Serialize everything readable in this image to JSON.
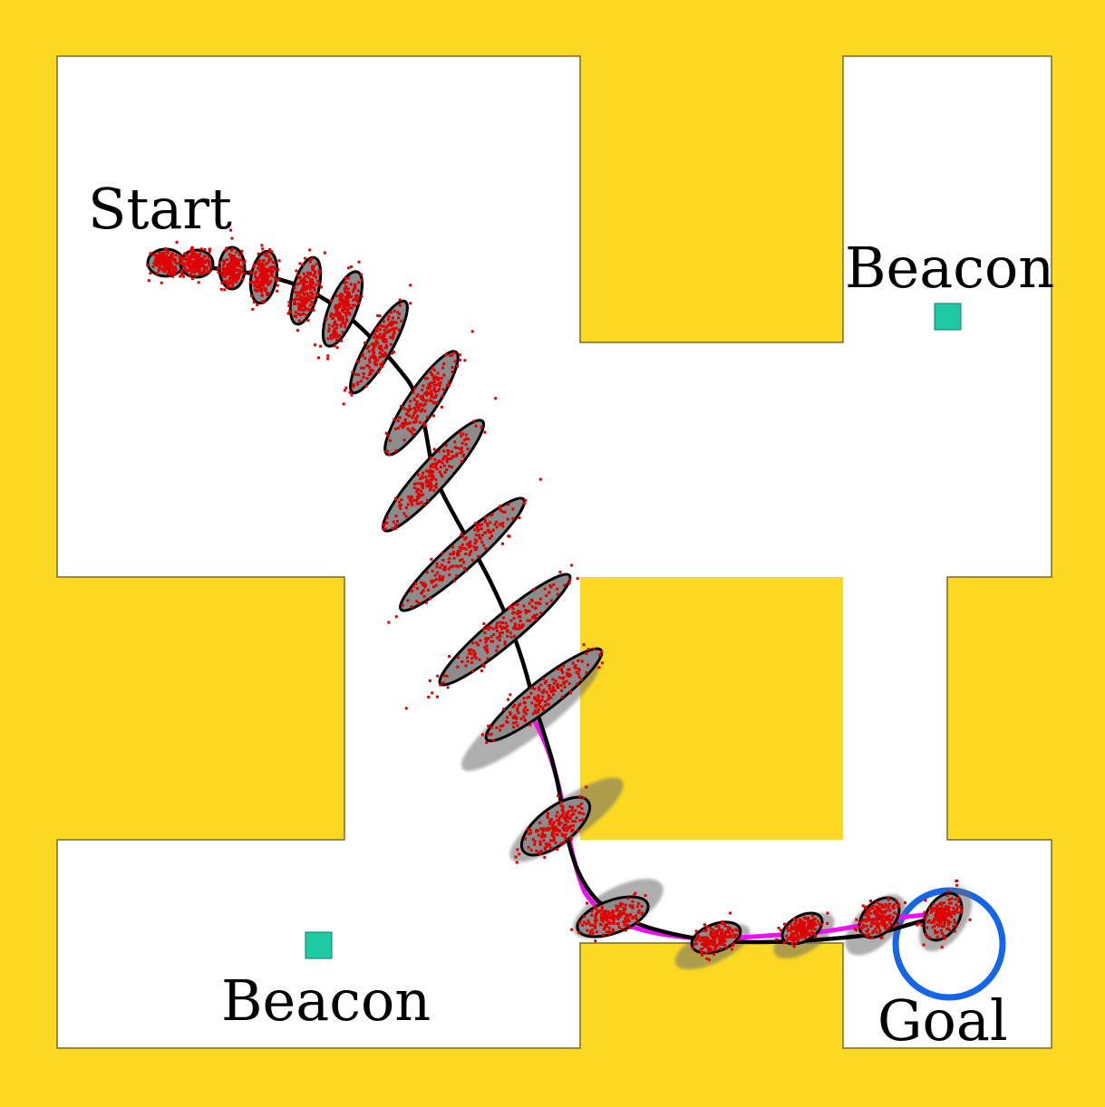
{
  "labels": {
    "start": "Start",
    "beacon_top": "Beacon",
    "beacon_bottom": "Beacon",
    "goal": "Goal"
  },
  "colors": {
    "wall": "#FBD923",
    "floor": "#FFFFFF",
    "beacon": "#1FC9A4",
    "goal_ring": "#1565E8",
    "nominal_path": "#000000",
    "actual_path": "#EE10EE",
    "belief_fill": "#8C8C8C",
    "particles": "#E00000"
  }
}
